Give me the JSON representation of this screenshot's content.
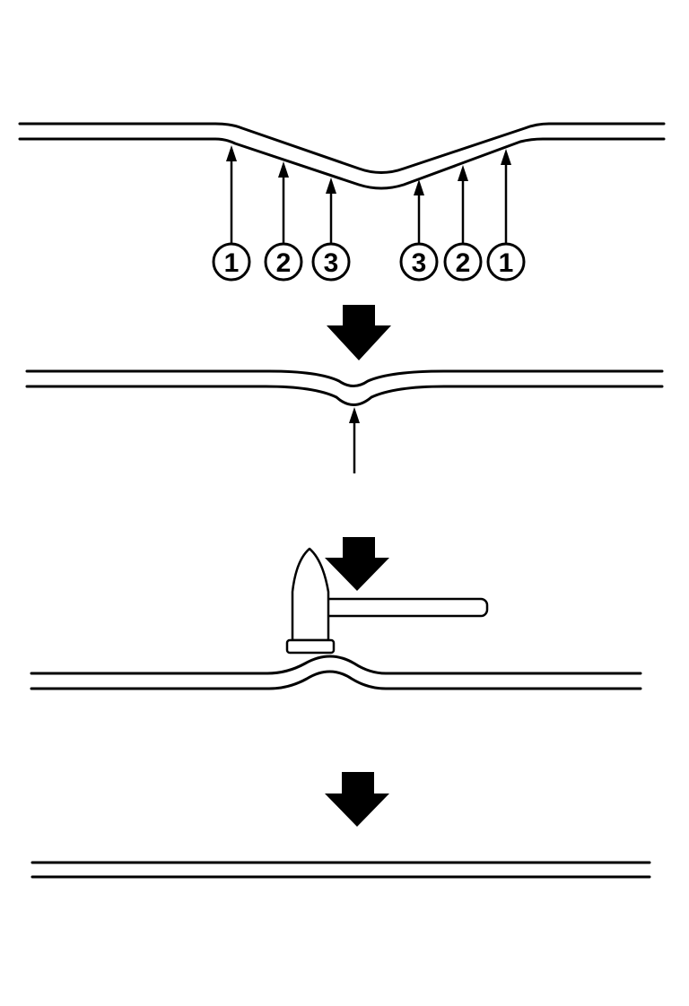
{
  "diagram": {
    "colors": {
      "line": "#000000",
      "background": "#ffffff"
    },
    "callouts": {
      "left": [
        "1",
        "2",
        "3"
      ],
      "right": [
        "3",
        "2",
        "1"
      ]
    },
    "icons": {
      "step_arrow": "down-arrow-icon",
      "tool": "hammer-icon"
    }
  }
}
